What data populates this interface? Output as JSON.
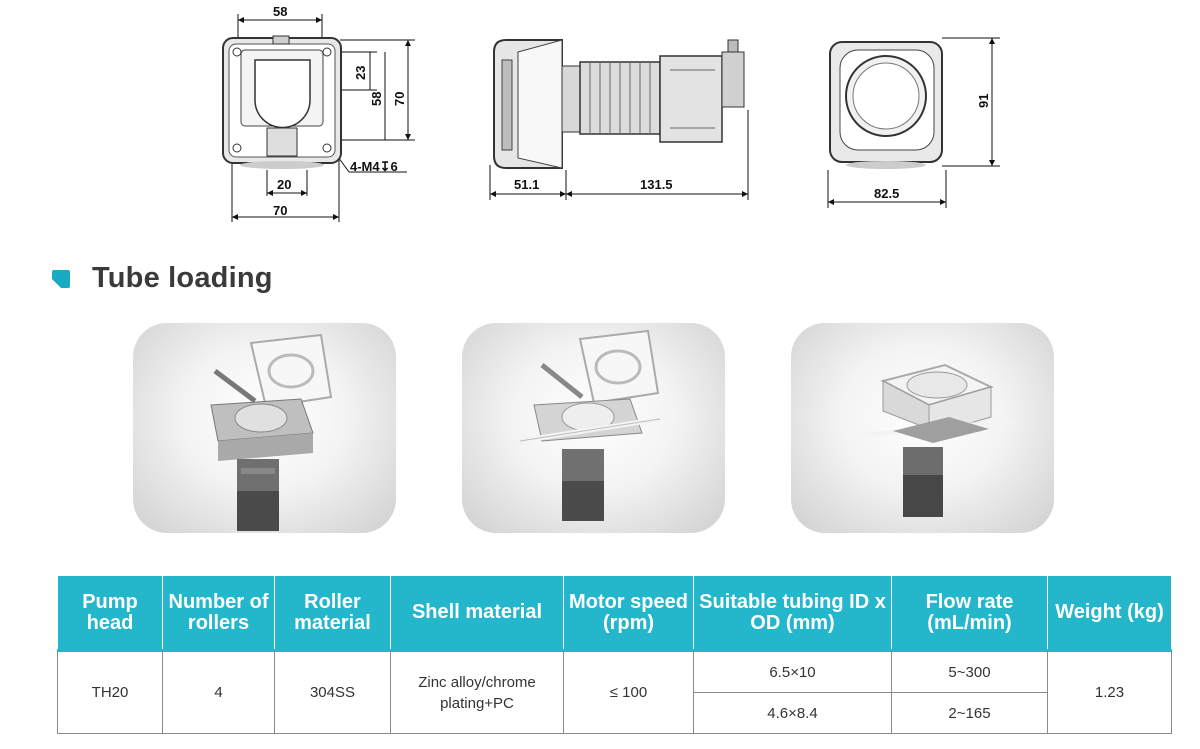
{
  "drawings": {
    "front": {
      "width_top": "58",
      "height_small": "23",
      "height_mid": "58",
      "height_full": "70",
      "width_small": "20",
      "width_bottom": "70",
      "thread_note": "4-M4↧6"
    },
    "side": {
      "length_head": "51.1",
      "length_motor": "131.5"
    },
    "back": {
      "height": "91",
      "width": "82.5"
    }
  },
  "section": {
    "title": "Tube loading"
  },
  "photos": [
    "tube-loading-step-1",
    "tube-loading-step-2",
    "tube-loading-step-3"
  ],
  "table": {
    "headers": {
      "pump_head": "Pump head",
      "rollers": "Number of rollers",
      "roller_material": "Roller material",
      "shell_material": "Shell material",
      "motor_speed": "Motor speed (rpm)",
      "tubing": "Suitable tubing ID x OD (mm)",
      "flow_rate": "Flow rate (mL/min)",
      "weight": "Weight (kg)"
    },
    "row": {
      "pump_head": "TH20",
      "rollers": "4",
      "roller_material": "304SS",
      "shell_material": "Zinc alloy/chrome plating+PC",
      "motor_speed": "≤ 100",
      "tubing_1": "6.5×10",
      "flow_1": "5~300",
      "tubing_2": "4.6×8.4",
      "flow_2": "2~165",
      "weight": "1.23"
    }
  },
  "colors": {
    "accent": "#24b7cc",
    "heading": "#3a3a3a"
  }
}
